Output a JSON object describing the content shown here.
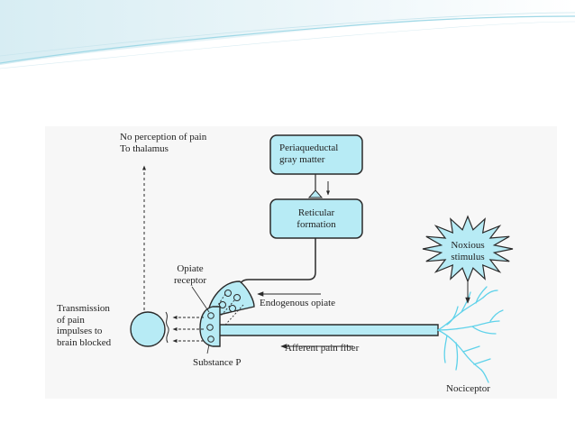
{
  "colors": {
    "fill": "#b7ebf5",
    "stroke": "#2a2a2a",
    "nerve": "#5fd2ea",
    "header_blue": "#9fd8e6"
  },
  "labels": {
    "no_perception_1": "No perception of pain",
    "no_perception_2": "To thalamus",
    "periaqueductal_1": "Periaqueductal",
    "periaqueductal_2": "gray matter",
    "reticular_1": "Reticular",
    "reticular_2": "formation",
    "noxious_1": "Noxious",
    "noxious_2": "stimulus",
    "opiate_receptor_1": "Opiate",
    "opiate_receptor_2": "receptor",
    "endogenous_opiate": "Endogenous opiate",
    "transmission_1": "Transmission",
    "transmission_2": "of pain",
    "transmission_3": "impulses to",
    "transmission_4": "brain blocked",
    "afferent": "Afferent pain fiber",
    "substance_p": "Substance P",
    "nociceptor": "Nociceptor"
  }
}
